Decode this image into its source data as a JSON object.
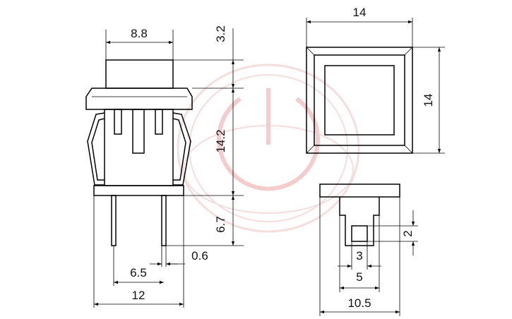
{
  "colors": {
    "line": "#000000",
    "text": "#111111",
    "watermark": "#e8a0a0"
  },
  "watermark": {
    "icon": "power-symbol-logo-icon"
  },
  "front_view": {
    "cap_width": "8.8",
    "cap_height": "3.2",
    "body_height": "14.2",
    "pin_length": "6.7",
    "pin_thickness": "0.6",
    "pin_pitch": "6.5",
    "overall_width": "12"
  },
  "top_view": {
    "width": "14",
    "height": "14"
  },
  "side_view": {
    "slot_height": "2",
    "slot_width": "3",
    "stem_width": "5",
    "overall_width": "10.5"
  }
}
